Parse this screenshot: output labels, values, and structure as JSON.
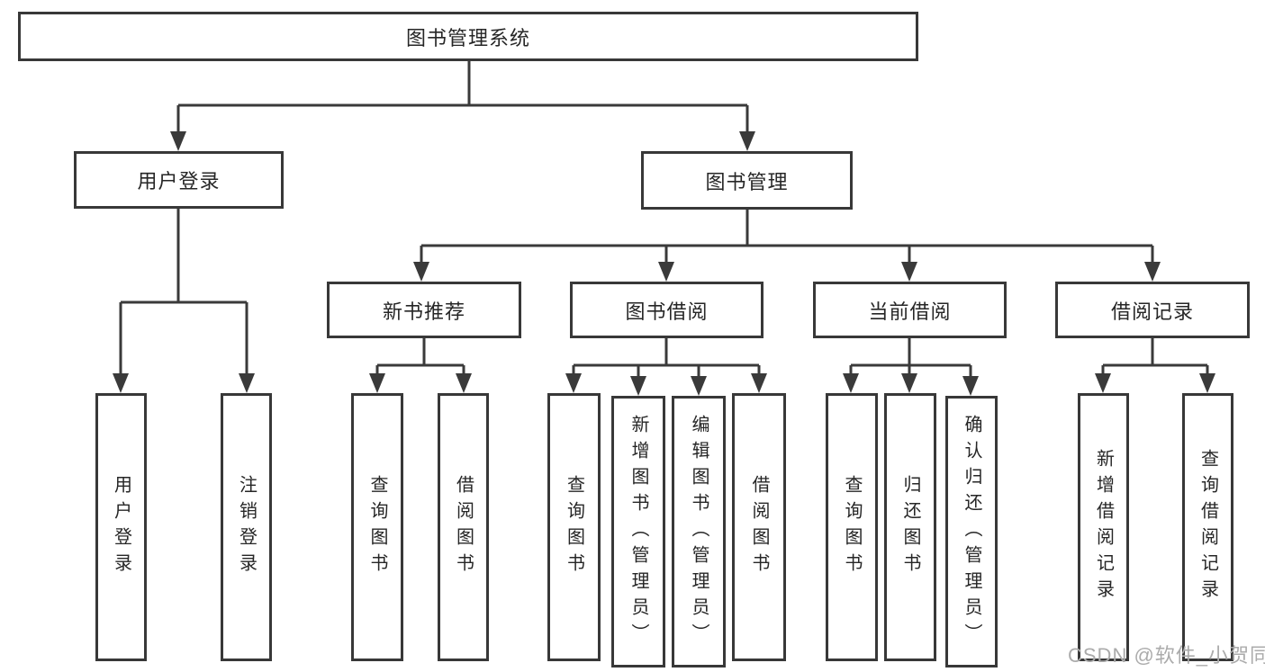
{
  "diagram": {
    "title": "图书管理系统",
    "level2": {
      "user_login": "用户登录",
      "book_management": "图书管理"
    },
    "level3": {
      "new_book_recommend": "新书推荐",
      "book_borrow": "图书借阅",
      "current_borrow": "当前借阅",
      "borrow_records": "借阅记录"
    },
    "leaves": {
      "login": [
        "用户登录",
        "注销登录"
      ],
      "new_rec": [
        "查询图书",
        "借阅图书"
      ],
      "borrow": [
        "查询图书",
        "新增图书（管理员）",
        "编辑图书（管理员）",
        "借阅图书"
      ],
      "current": [
        "查询图书",
        "归还图书",
        "确认归还（管理员）"
      ],
      "records": [
        "新增借阅记录",
        "查询借阅记录"
      ]
    }
  },
  "watermark": "CSDN @软件_小贺同学",
  "colors": {
    "line": "#3a3a3a",
    "box_border": "#383838",
    "text": "#262626",
    "watermark": "#ababab",
    "background": "#ffffff"
  }
}
